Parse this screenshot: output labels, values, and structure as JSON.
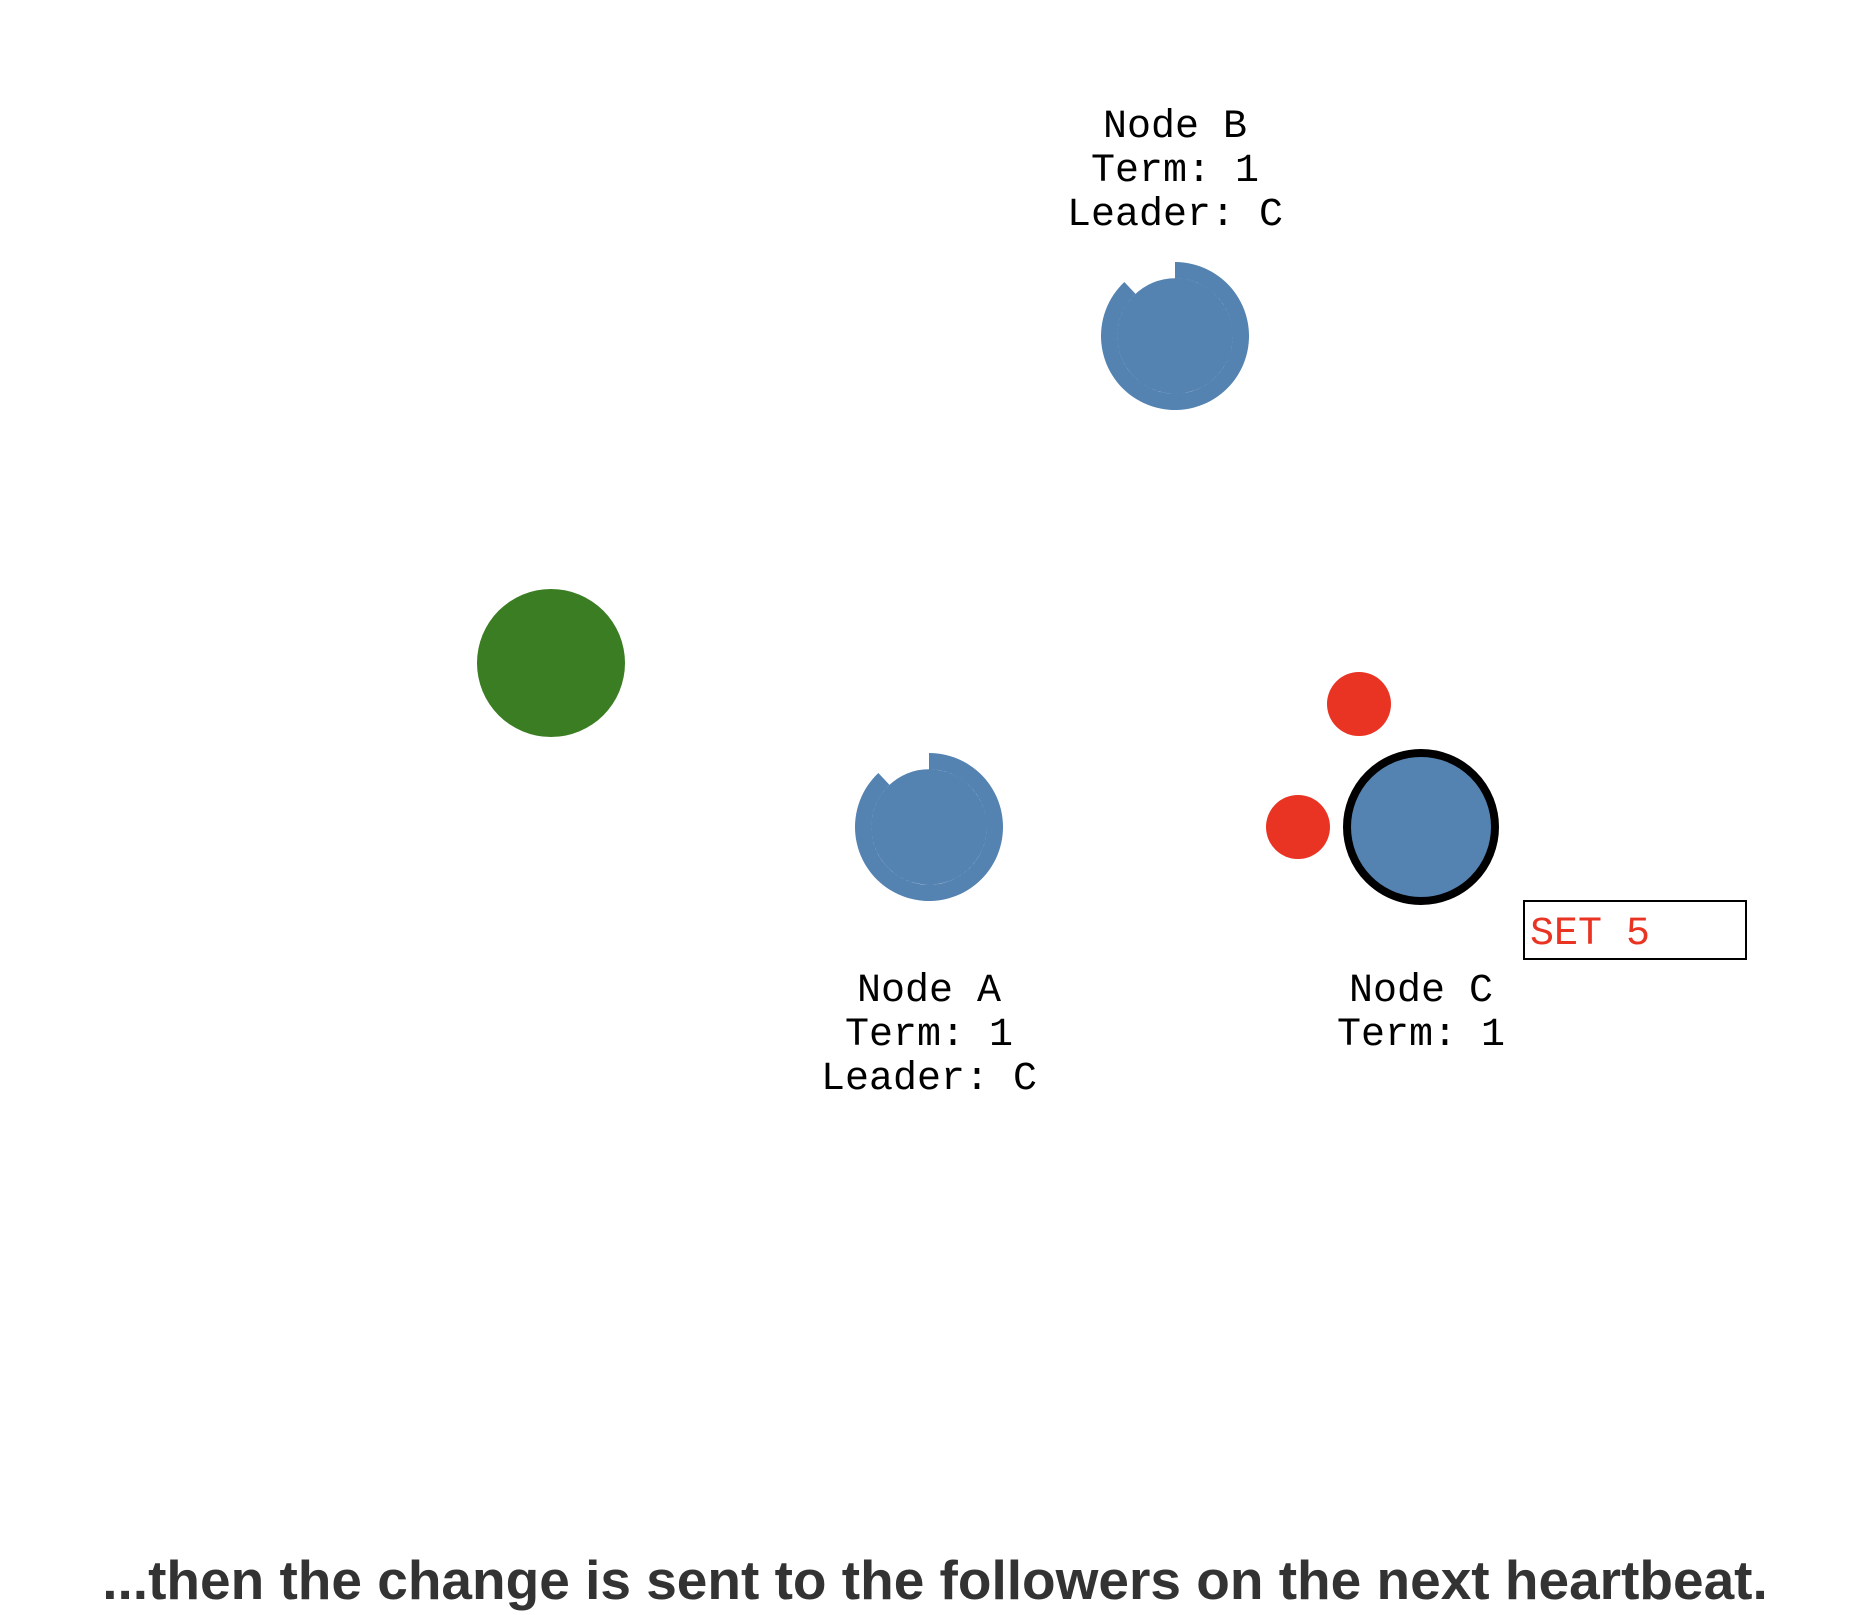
{
  "colors": {
    "node": "#5482b1",
    "client": "#3a7d22",
    "message": "#e93323",
    "leader_outline": "#000000",
    "caption": "#333333"
  },
  "client": {
    "icon": "client-circle"
  },
  "nodes": {
    "a": {
      "name": "Node A",
      "term": "Term: 1",
      "leader": "Leader: C",
      "role": "follower",
      "timeout_remaining": 0.88
    },
    "b": {
      "name": "Node B",
      "term": "Term: 1",
      "leader": "Leader: C",
      "role": "follower",
      "timeout_remaining": 0.88
    },
    "c": {
      "name": "Node C",
      "term": "Term: 1",
      "role": "leader"
    }
  },
  "messages": [
    {
      "from": "Node C",
      "to": "Node B"
    },
    {
      "from": "Node C",
      "to": "Node A"
    }
  ],
  "log_entry": {
    "text": "SET 5",
    "status": "uncommitted"
  },
  "caption": "...then the change is sent to the followers on the next heartbeat."
}
